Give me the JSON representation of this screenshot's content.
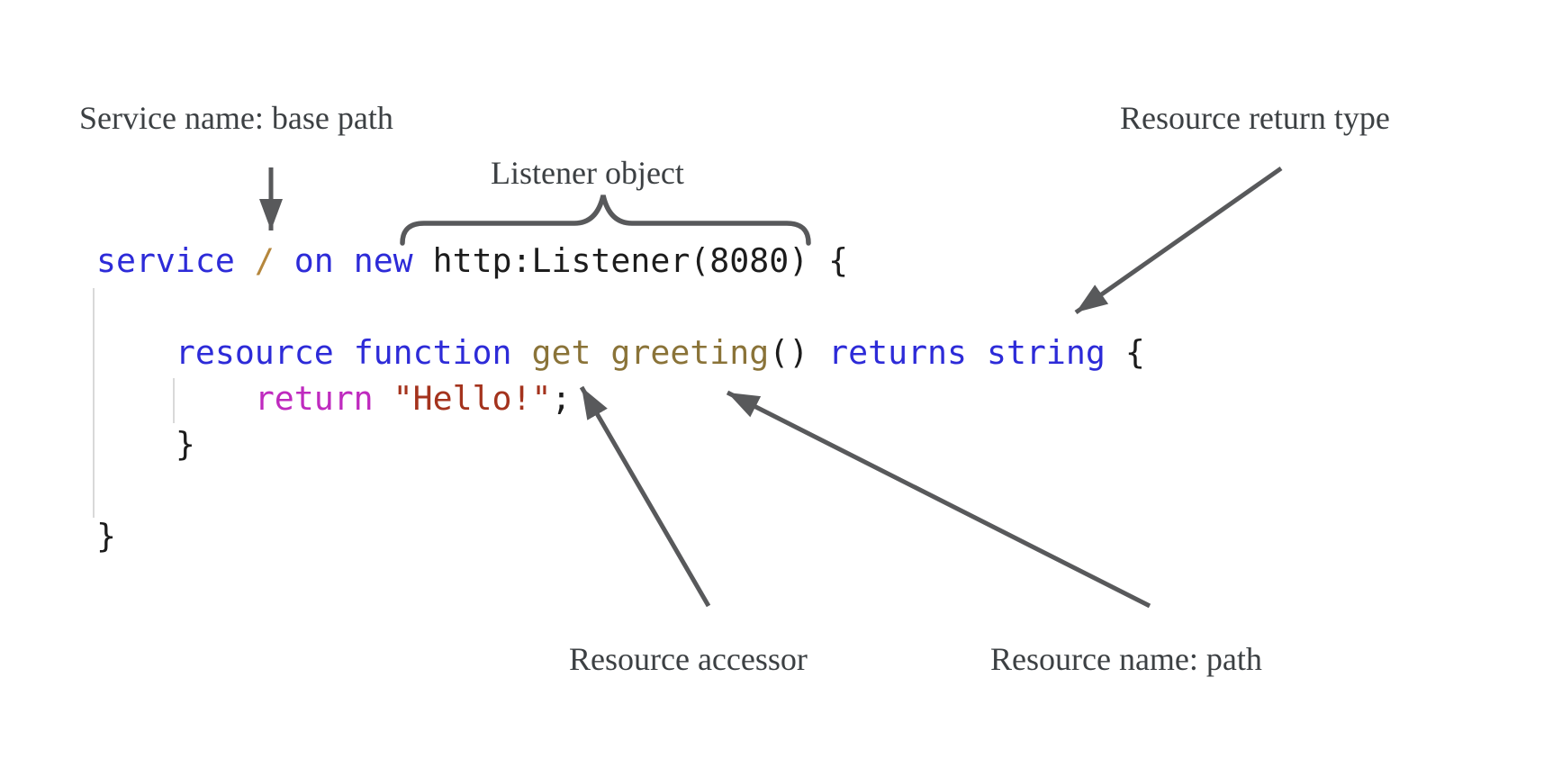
{
  "figure": {
    "type": "annotated-code-diagram",
    "background": "#ffffff"
  },
  "labels": {
    "service_name": "Service name: base path",
    "listener_object": "Listener object",
    "resource_return_type": "Resource return type",
    "resource_accessor": "Resource accessor",
    "resource_name_path": "Resource name: path"
  },
  "code": {
    "language": "ballerina",
    "text": "service / on new http:Listener(8080) {\n\n    resource function get greeting() returns string {\n        return \"Hello!\";\n    }\n\n}",
    "lines": [
      {
        "tokens": [
          {
            "type": "keyword",
            "text": "service"
          },
          {
            "type": "plain",
            "text": " "
          },
          {
            "type": "path",
            "text": "/"
          },
          {
            "type": "plain",
            "text": " "
          },
          {
            "type": "keyword",
            "text": "on"
          },
          {
            "type": "plain",
            "text": " "
          },
          {
            "type": "keyword",
            "text": "new"
          },
          {
            "type": "plain",
            "text": " http:Listener(8080) {"
          }
        ]
      },
      {
        "tokens": []
      },
      {
        "tokens": [
          {
            "type": "plain",
            "text": "    "
          },
          {
            "type": "keyword",
            "text": "resource"
          },
          {
            "type": "plain",
            "text": " "
          },
          {
            "type": "keyword",
            "text": "function"
          },
          {
            "type": "plain",
            "text": " "
          },
          {
            "type": "accessor",
            "text": "get"
          },
          {
            "type": "plain",
            "text": " "
          },
          {
            "type": "resource-name",
            "text": "greeting"
          },
          {
            "type": "plain",
            "text": "() "
          },
          {
            "type": "keyword",
            "text": "returns"
          },
          {
            "type": "plain",
            "text": " "
          },
          {
            "type": "keyword",
            "text": "string"
          },
          {
            "type": "plain",
            "text": " {"
          }
        ]
      },
      {
        "tokens": [
          {
            "type": "plain",
            "text": "        "
          },
          {
            "type": "control",
            "text": "return"
          },
          {
            "type": "plain",
            "text": " "
          },
          {
            "type": "string",
            "text": "\"Hello!\""
          },
          {
            "type": "plain",
            "text": ";"
          }
        ]
      },
      {
        "tokens": [
          {
            "type": "plain",
            "text": "    }"
          }
        ]
      },
      {
        "tokens": []
      },
      {
        "tokens": [
          {
            "type": "plain",
            "text": "}"
          }
        ]
      }
    ]
  },
  "colors": {
    "figure-bg": "#ffffff",
    "keyword": "#2d2bd8",
    "path-slash": "#b5873d",
    "accessor": "#8a7338",
    "resource-name": "#8a7338",
    "control": "#bf2abf",
    "string": "#a4331d",
    "plain-code": "#1c1c1c",
    "annotation-text": "#3c4043",
    "annotation-line": "#58595b",
    "indent-guide": "#d9d9d9"
  }
}
